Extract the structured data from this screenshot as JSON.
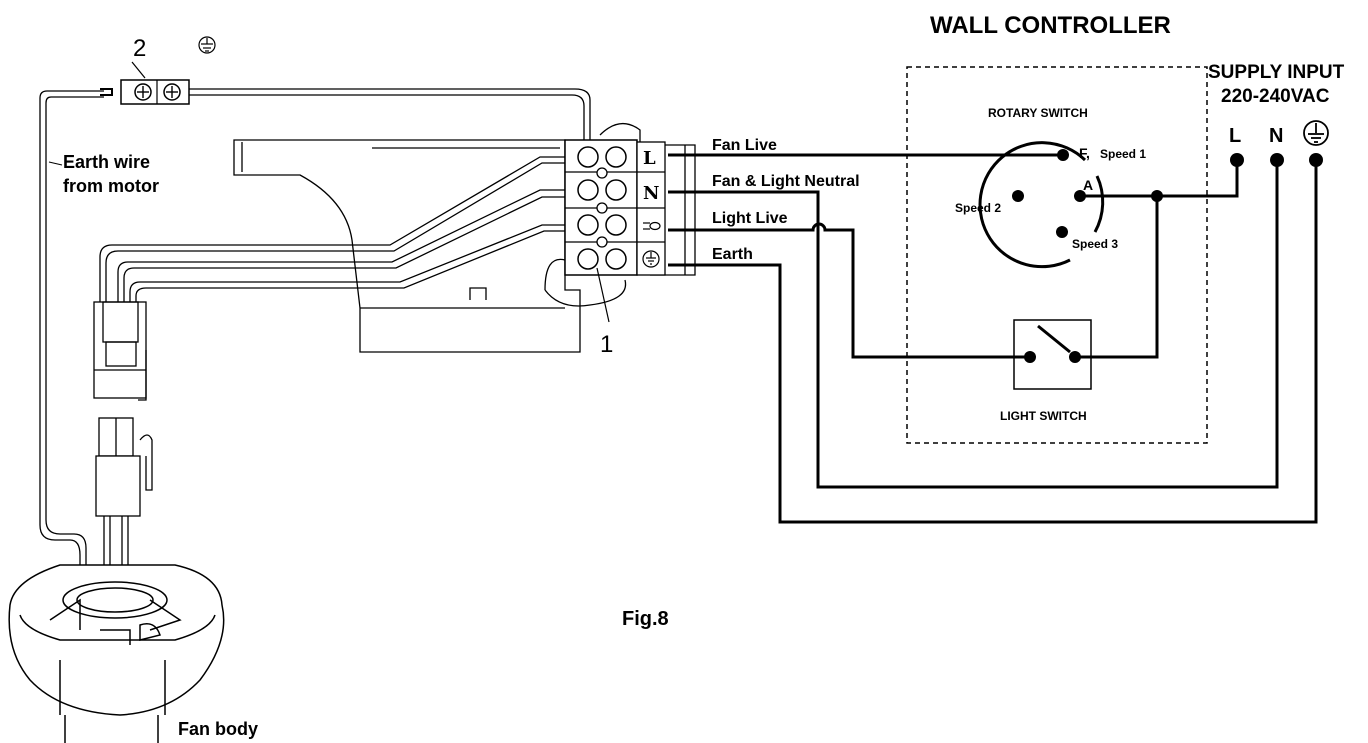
{
  "labels": {
    "wall_controller": "WALL CONTROLLER",
    "supply_input": "SUPPLY  INPUT",
    "supply_voltage": "220-240VAC",
    "rotary_switch": "ROTARY SWITCH",
    "light_switch": "LIGHT SWITCH",
    "fan_live": "Fan Live",
    "fan_light_neutral": "Fan & Light Neutral",
    "light_live": "Light Live",
    "earth": "Earth",
    "earth_wire_1": "Earth wire",
    "earth_wire_2": "from motor",
    "fan_body": "Fan body",
    "fig": "Fig.8",
    "callout_1": "1",
    "callout_2": "2",
    "term_L": "L",
    "term_N": "N",
    "supply_L": "L",
    "supply_N": "N",
    "rotary_F": "F,",
    "rotary_speed1": "Speed 1",
    "rotary_speed2": "Speed 2",
    "rotary_speed3": "Speed 3",
    "rotary_A": "A"
  }
}
